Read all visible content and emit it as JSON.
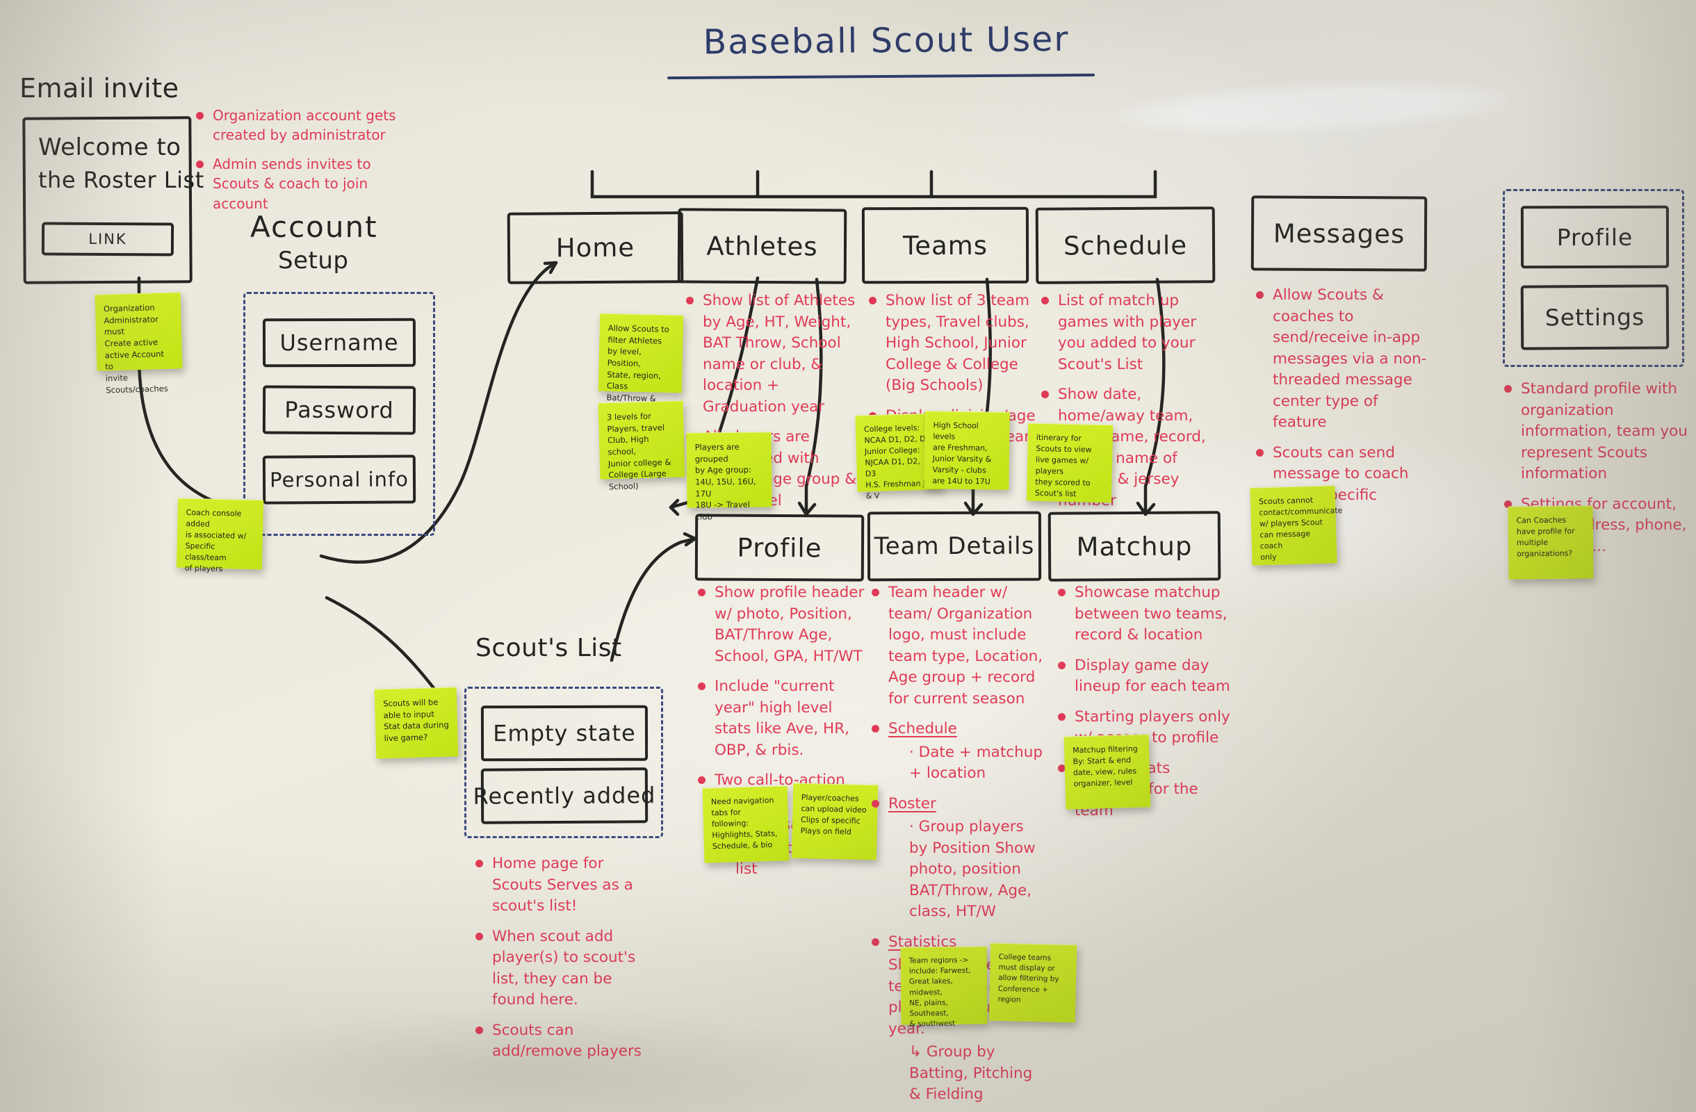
{
  "title": "Baseball Scout User",
  "sections": {
    "email_invite_label": "Email invite",
    "account_setup_label_1": "Account",
    "account_setup_label_2": "Setup",
    "scouts_list_label": "Scout's List"
  },
  "screens": {
    "welcome": {
      "line1": "Welcome to",
      "line2": "the Roster List",
      "cta": "LINK"
    },
    "account_fields": [
      "Username",
      "Password",
      "Personal info"
    ],
    "nav": [
      "Home",
      "Athletes",
      "Teams",
      "Schedule",
      "Messages"
    ],
    "profile_col": [
      "Profile",
      "Settings"
    ],
    "detail_row": [
      "Profile",
      "Team Details",
      "Matchup"
    ],
    "scouts_list_states": [
      "Empty state",
      "Recently added"
    ]
  },
  "annotations": {
    "email_invite": [
      "Organization account gets created by administrator",
      "Admin sends invites to Scouts & coach to join account"
    ],
    "athletes": [
      "Show list of Athletes by Age, HT, Weight, BAT Throw, School name or club, & location + Graduation year",
      "All players are associated with specific age group & team level"
    ],
    "teams": [
      "Show list of 3 team types, Travel clubs, High School, Junior College & College (Big Schools)",
      "Display division/age group for each team + filters"
    ],
    "schedule": [
      "List of match up games with player you added to your Scout's List",
      "Show date, home/away team, team name, record, display name of players & jersey number"
    ],
    "messages": [
      "Allow Scouts & coaches to send/receive in-app messages via a non-threaded message center type of feature",
      "Scouts can send message to coach about specific players"
    ],
    "profile_settings": [
      "Standard profile with organization information, team you represent Scouts information",
      "Settings for account, email address, phone, photo etc..."
    ],
    "scouts_list": [
      "Home page for Scouts Serves as a scout's list!",
      "When scout add player(s) to scout's list, they can be found here.",
      "Scouts can add/remove players"
    ],
    "profile_detail": [
      "Show profile header w/ photo, Position, BAT/Throw Age, School, GPA, HT/WT",
      "Include \"current year\" high level stats like Ave, HR, OBP, & rbis.",
      "Two call-to-action Buttons"
    ],
    "profile_detail_subs": [
      "Message coach",
      "Add to Scouts list"
    ],
    "team_details": [
      "Team header w/ team/ Organization logo, must include team type, Location, Age group + record for current season"
    ],
    "team_details_schedule_head": "Schedule",
    "team_details_schedule_sub": "Date + matchup + location",
    "team_details_roster_head": "Roster",
    "team_details_roster_sub": "Group players by Position Show photo, position BAT/Throw, Age, class, HT/W",
    "team_details_stats_head": "Statistics",
    "team_details_stats_sub": "Show across entire team & individual players for current year.",
    "team_details_stats_arrow": "Group by Batting, Pitching & Fielding",
    "matchup": [
      "Showcase matchup between two teams, record & location",
      "Display game day lineup for each team",
      "Starting players only w/ access to profile",
      "Season stats averages for the team"
    ]
  },
  "stickies": [
    {
      "id": "org-admin",
      "lines": [
        "Organization",
        "Administrator must",
        "Create active",
        "active Account to",
        "invite Scouts/coaches"
      ]
    },
    {
      "id": "coach-added",
      "lines": [
        "Coach console added",
        "is associated w/",
        "Specific class/team",
        "of players"
      ]
    },
    {
      "id": "filter-athletes",
      "lines": [
        "Allow Scouts to",
        "filter Athletes",
        "by level, Position,",
        "State, region, Class",
        "Bat/Throw & age"
      ]
    },
    {
      "id": "three-levels",
      "lines": [
        "3 levels for",
        "Players, travel",
        "Club, High school,",
        "Junior college &",
        "College (Large School)"
      ]
    },
    {
      "id": "age-groups",
      "lines": [
        "Players are grouped",
        "by Age group:",
        "14U, 15U, 16U, 17U",
        "18U -> Travel club"
      ]
    },
    {
      "id": "college-levels",
      "lines": [
        "College levels:",
        "NCAA D1, D2, D3",
        "Junior College:",
        "NJCAA D1, D2, D3",
        "H.S. Freshman JV & V"
      ]
    },
    {
      "id": "hs-levels",
      "lines": [
        "High School levels",
        "are Freshman,",
        "Junior Varsity &",
        "Varsity - clubs",
        "are 14U to 17U"
      ]
    },
    {
      "id": "itinerary",
      "lines": [
        "itinerary for",
        "Scouts to view",
        "live games w/ players",
        "they scored to",
        "Scout's list"
      ]
    },
    {
      "id": "scouts-contact",
      "lines": [
        "Scouts cannot",
        "contact/communicate",
        "w/ players Scout",
        "can message coach",
        "only"
      ]
    },
    {
      "id": "coaches-profiles",
      "lines": [
        "Can Coaches",
        "have profile for",
        "multiple organizations?"
      ]
    },
    {
      "id": "stat-data",
      "lines": [
        "Scouts will be",
        "able to input",
        "Stat data during",
        "live game?"
      ]
    },
    {
      "id": "nav-tabs",
      "lines": [
        "Need navigation",
        "tabs for following:",
        "Highlights, Stats,",
        "Schedule, & bio"
      ]
    },
    {
      "id": "video-clips",
      "lines": [
        "Player/coaches",
        "can upload video",
        "Clips of specific",
        "Plays on field"
      ]
    },
    {
      "id": "matchup-filters",
      "lines": [
        "Matchup filtering",
        "By: Start & end",
        "date, view, rules",
        "organizer, level"
      ]
    },
    {
      "id": "team-regions",
      "lines": [
        "Team regions ->",
        "include: Farwest,",
        "Great lakes, midwest,",
        "NE, plains, Southeast,",
        "& southwest"
      ]
    },
    {
      "id": "college-teams",
      "lines": [
        "College teams",
        "must display or",
        "allow filtering by",
        "Conference + region"
      ]
    }
  ],
  "colors": {
    "ink_black": "#242422",
    "ink_blue": "#2b3a6b",
    "ink_red": "#e03a57",
    "sticky": "#cdea22",
    "board": "#eceade"
  }
}
